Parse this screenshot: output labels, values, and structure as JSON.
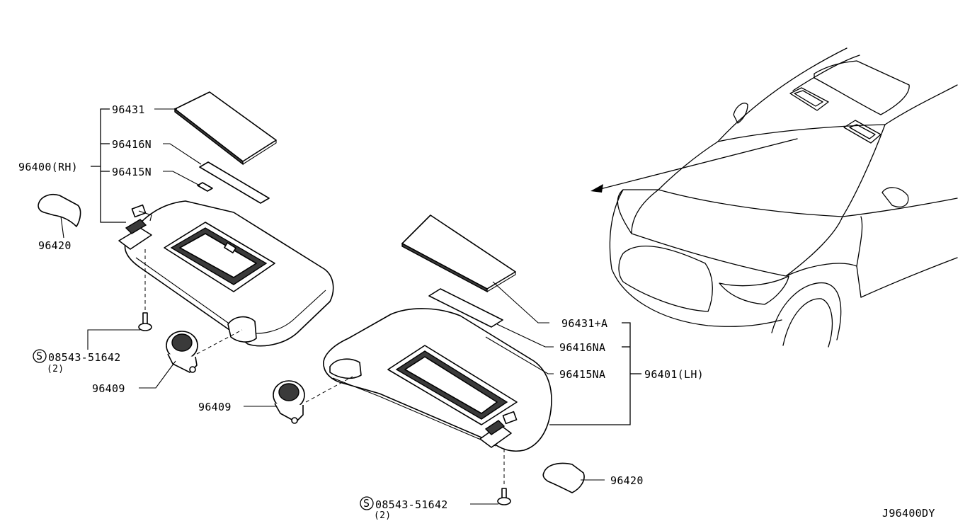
{
  "labels": {
    "rh_assembly": "96400(RH)",
    "lh_assembly": "96401(LH)",
    "rh_mirror_lid": "96431",
    "rh_label_large": "96416N",
    "rh_label_small": "96415N",
    "lh_mirror_lid": "96431+A",
    "lh_label_large": "96416NA",
    "lh_label_small": "96415NA",
    "holder": "96420",
    "holder_lh": "96420",
    "clip": "96409",
    "clip_lh": "96409",
    "screw_symbol": "S",
    "screw_part": "08543-51642",
    "screw_qty": "(2)",
    "screw_part_lh": "08543-51642",
    "screw_qty_lh": "(2)",
    "diagram_code": "J96400DY"
  }
}
